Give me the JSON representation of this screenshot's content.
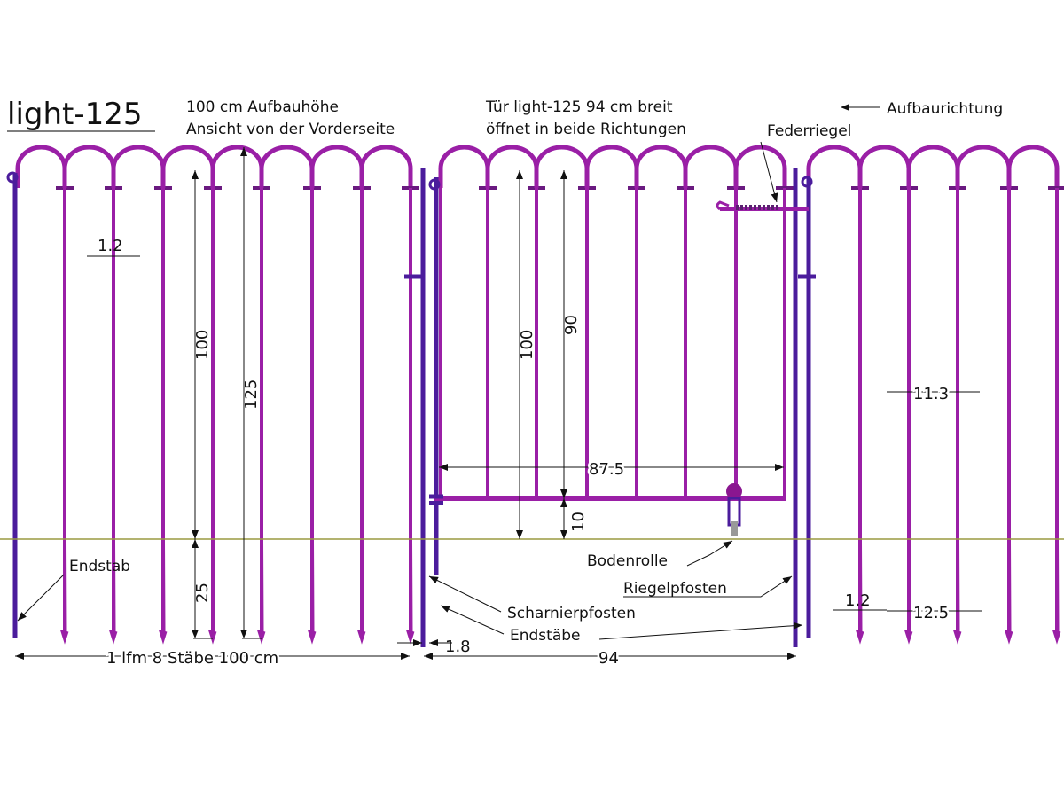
{
  "title": "light-125",
  "header_left": [
    "100 cm Aufbauhöhe",
    "Ansicht von der Vorderseite"
  ],
  "header_gate": [
    "Tür light-125 94 cm breit",
    "öffnet in beide Richtungen"
  ],
  "direction_label": "Aufbaurichtung",
  "labels": {
    "federriegel": "Federriegel",
    "endstab": "Endstab",
    "bodenrolle": "Bodenrolle",
    "riegelpfosten": "Riegelpfosten",
    "scharnierpfosten": "Scharnierpfosten",
    "endstaebe": "Endstäbe"
  },
  "dimensions": {
    "bar_dia_left": "1.2",
    "height_above": "100",
    "total_height": "125",
    "ground_depth": "25",
    "gate_height": "100",
    "gate_frame_height": "90",
    "spacing_right": "11.3",
    "gate_inner_width": "87.5",
    "ground_clearance": "10",
    "gap": "1.8",
    "section_width": "1 lfm 8 Stäbe 100 cm",
    "gate_width": "94",
    "bar_dia_right": "1.2",
    "spacing_right_bottom": "12.5"
  },
  "colors": {
    "bar": "#9a1fa6",
    "post": "#4b1c9c",
    "ground": "#9a9a40"
  }
}
